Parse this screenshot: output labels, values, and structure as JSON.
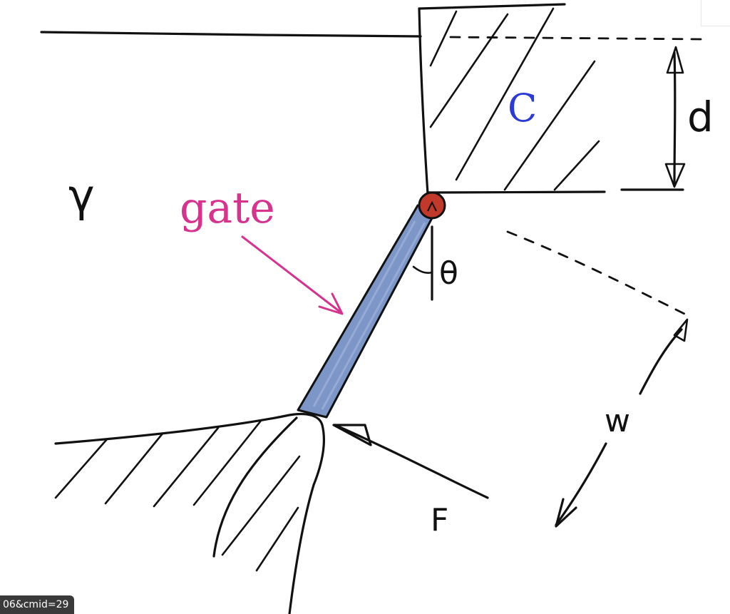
{
  "labels": {
    "gamma": "γ",
    "gate": "gate",
    "container": "C",
    "depth": "d",
    "angle": "θ",
    "width": "w",
    "force": "F"
  },
  "colors": {
    "ink": "#111111",
    "gate_label": "#d6338f",
    "container_label": "#2b3bd6",
    "gate_fill": "#7d96c8",
    "hinge_fill": "#c0392b"
  },
  "status_chip": "06&cmid=29"
}
